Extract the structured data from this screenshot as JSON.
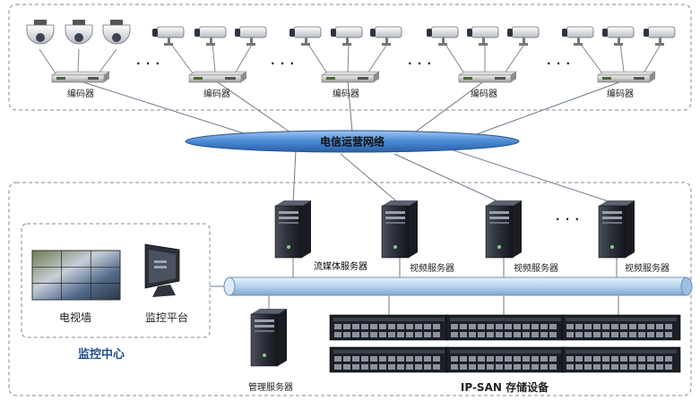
{
  "network_label": "电信运营网络",
  "encoder_label": "编码器",
  "ellipsis": "· · ·",
  "servers": {
    "stream_server": "流媒体服务器",
    "video_server": "视频服务器",
    "management_server": "管理服务器"
  },
  "monitor_center": {
    "title": "监控中心",
    "tv_wall": "电视墙",
    "platform": "监控平台"
  },
  "storage_label": "IP-SAN 存储设备",
  "colors": {
    "network_ellipse": "#3f7fd0",
    "bus_pipe": "#a9cbea",
    "title_blue": "#1f4f8f",
    "server_dark": "#2a2e38"
  },
  "icons": [
    "dome-camera-icon",
    "bullet-camera-icon",
    "encoder-icon",
    "server-tower-icon",
    "storage-array-icon",
    "monitor-icon",
    "tv-wall-icon"
  ]
}
